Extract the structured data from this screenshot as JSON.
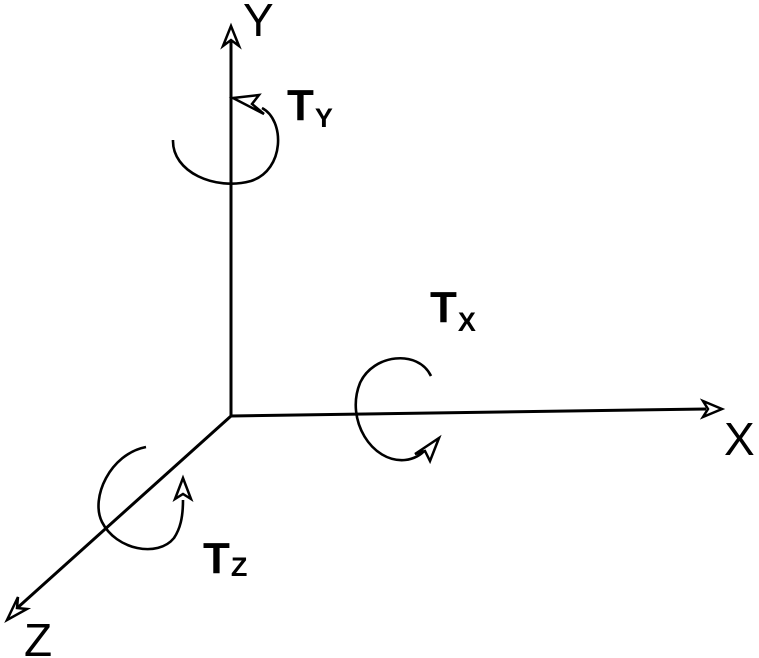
{
  "axes": {
    "x_label": "X",
    "y_label": "Y",
    "z_label": "Z"
  },
  "torques": {
    "x": {
      "symbol": "T",
      "subscript": "X"
    },
    "y": {
      "symbol": "T",
      "subscript": "Y"
    },
    "z": {
      "symbol": "T",
      "subscript": "Z"
    }
  },
  "colors": {
    "ink": "#000000",
    "background": "#ffffff"
  }
}
